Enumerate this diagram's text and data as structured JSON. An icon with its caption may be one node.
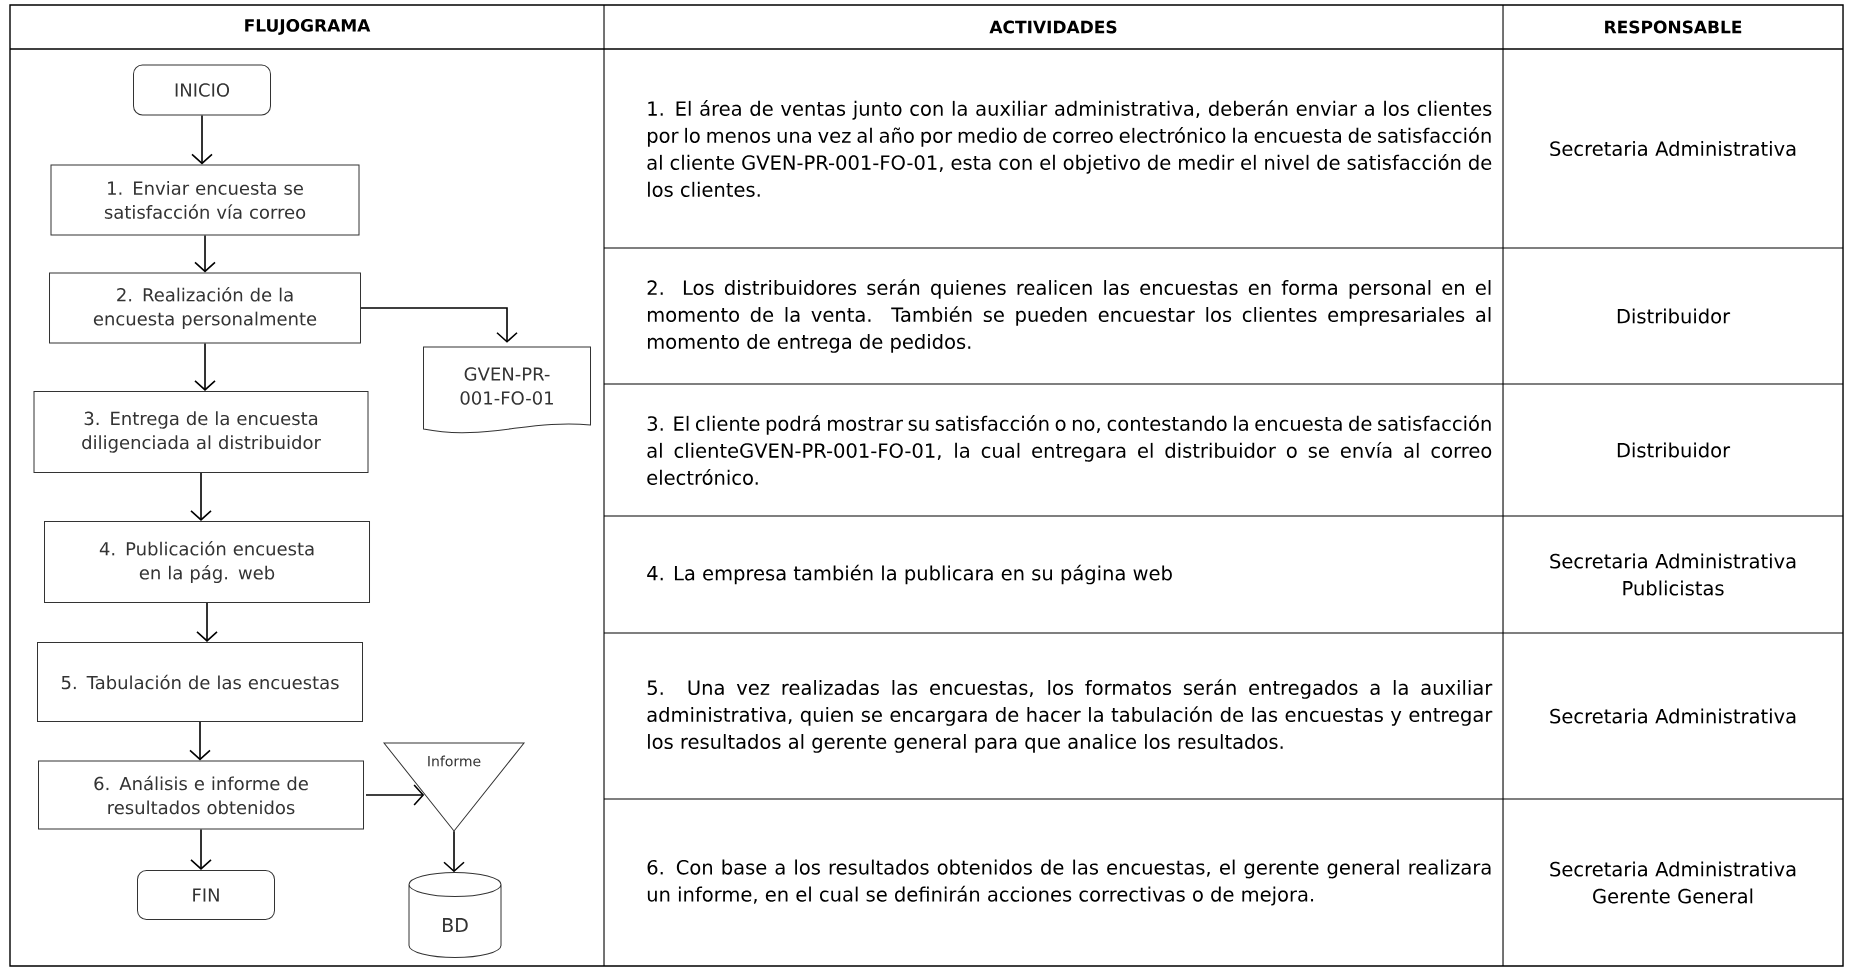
{
  "diagram": {
    "nodes": [
      {
        "text": [
          "INICIO"
        ]
      },
      {
        "text": [
          "1. Enviar encuesta se satisfacción vía correo"
        ]
      },
      {
        "text": [
          "2. Realización de la encuesta personalmente"
        ]
      },
      {
        "text": [
          "GVEN-PR-001-FO-01"
        ]
      },
      {
        "text": [
          "3. Entrega de la encuesta diligenciada al distribuidor"
        ]
      },
      {
        "text": [
          "4. Publicación encuesta en la pág. web"
        ]
      },
      {
        "text": [
          "5. Tabulación de las encuestas"
        ]
      },
      {
        "text": [
          "6. Análisis e informe de resultados obtenidos"
        ]
      },
      {
        "text": [
          "Informe"
        ]
      },
      {
        "text": [
          "FIN"
        ]
      },
      {
        "text": [
          "BD"
        ]
      }
    ],
    "edges": [
      {
        "from": 0,
        "to": 1,
        "arrow": "to"
      },
      {
        "from": 1,
        "to": 2,
        "arrow": "to"
      },
      {
        "from": 2,
        "to": 4,
        "arrow": "to"
      },
      {
        "from": 2,
        "to": 3,
        "arrow": "to"
      },
      {
        "from": 4,
        "to": 5,
        "arrow": "to"
      },
      {
        "from": 5,
        "to": 6,
        "arrow": "to"
      },
      {
        "from": 6,
        "to": 7,
        "arrow": "to"
      },
      {
        "from": 7,
        "to": 8,
        "arrow": "to"
      },
      {
        "from": 7,
        "to": 9,
        "arrow": "to"
      },
      {
        "from": 8,
        "to": 10,
        "arrow": "to"
      }
    ],
    "labels": [
      "FLUJOGRAMA",
      "ACTIVIDADES",
      "RESPONSABLE",
      "1. El área de ventas junto con la auxiliar administrativa, deberán enviar a los clientes por lo menos una vez al año por medio de correo electrónico la encuesta de satisfacción al cliente GVEN-PR-001-FO-01, esta con el objetivo de medir el nivel de satisfacción de los clientes.",
      "Secretaria Administrativa",
      "2. Los distribuidores serán quienes realicen las encuestas en forma personal en el momento de la venta. También se pueden encuestar los clientes empresariales al momento de entrega de pedidos.",
      "Distribuidor",
      "3. El cliente podrá mostrar su satisfacción o no, contestando la encuesta de satisfacción al clienteGVEN-PR-001-FO-01, la cual entregara el distribuidor o se envía al correo electrónico.",
      "Distribuidor",
      "4. La empresa también la publicara en su página web",
      "Secretaria Administrativa Publicistas",
      "5. Una vez realizadas las encuestas, los formatos serán entregados a la auxiliar administrativa, quien se encargara de hacer la tabulación de las encuestas y entregar los resultados al gerente general para que analice los resultados.",
      "Secretaria Administrativa",
      "6. Con base a los resultados obtenidos de las encuestas, el gerente general realizara un informe, en el cual se definirán acciones correctivas o de mejora.",
      "Secretaria Administrativa Gerente General"
    ]
  }
}
